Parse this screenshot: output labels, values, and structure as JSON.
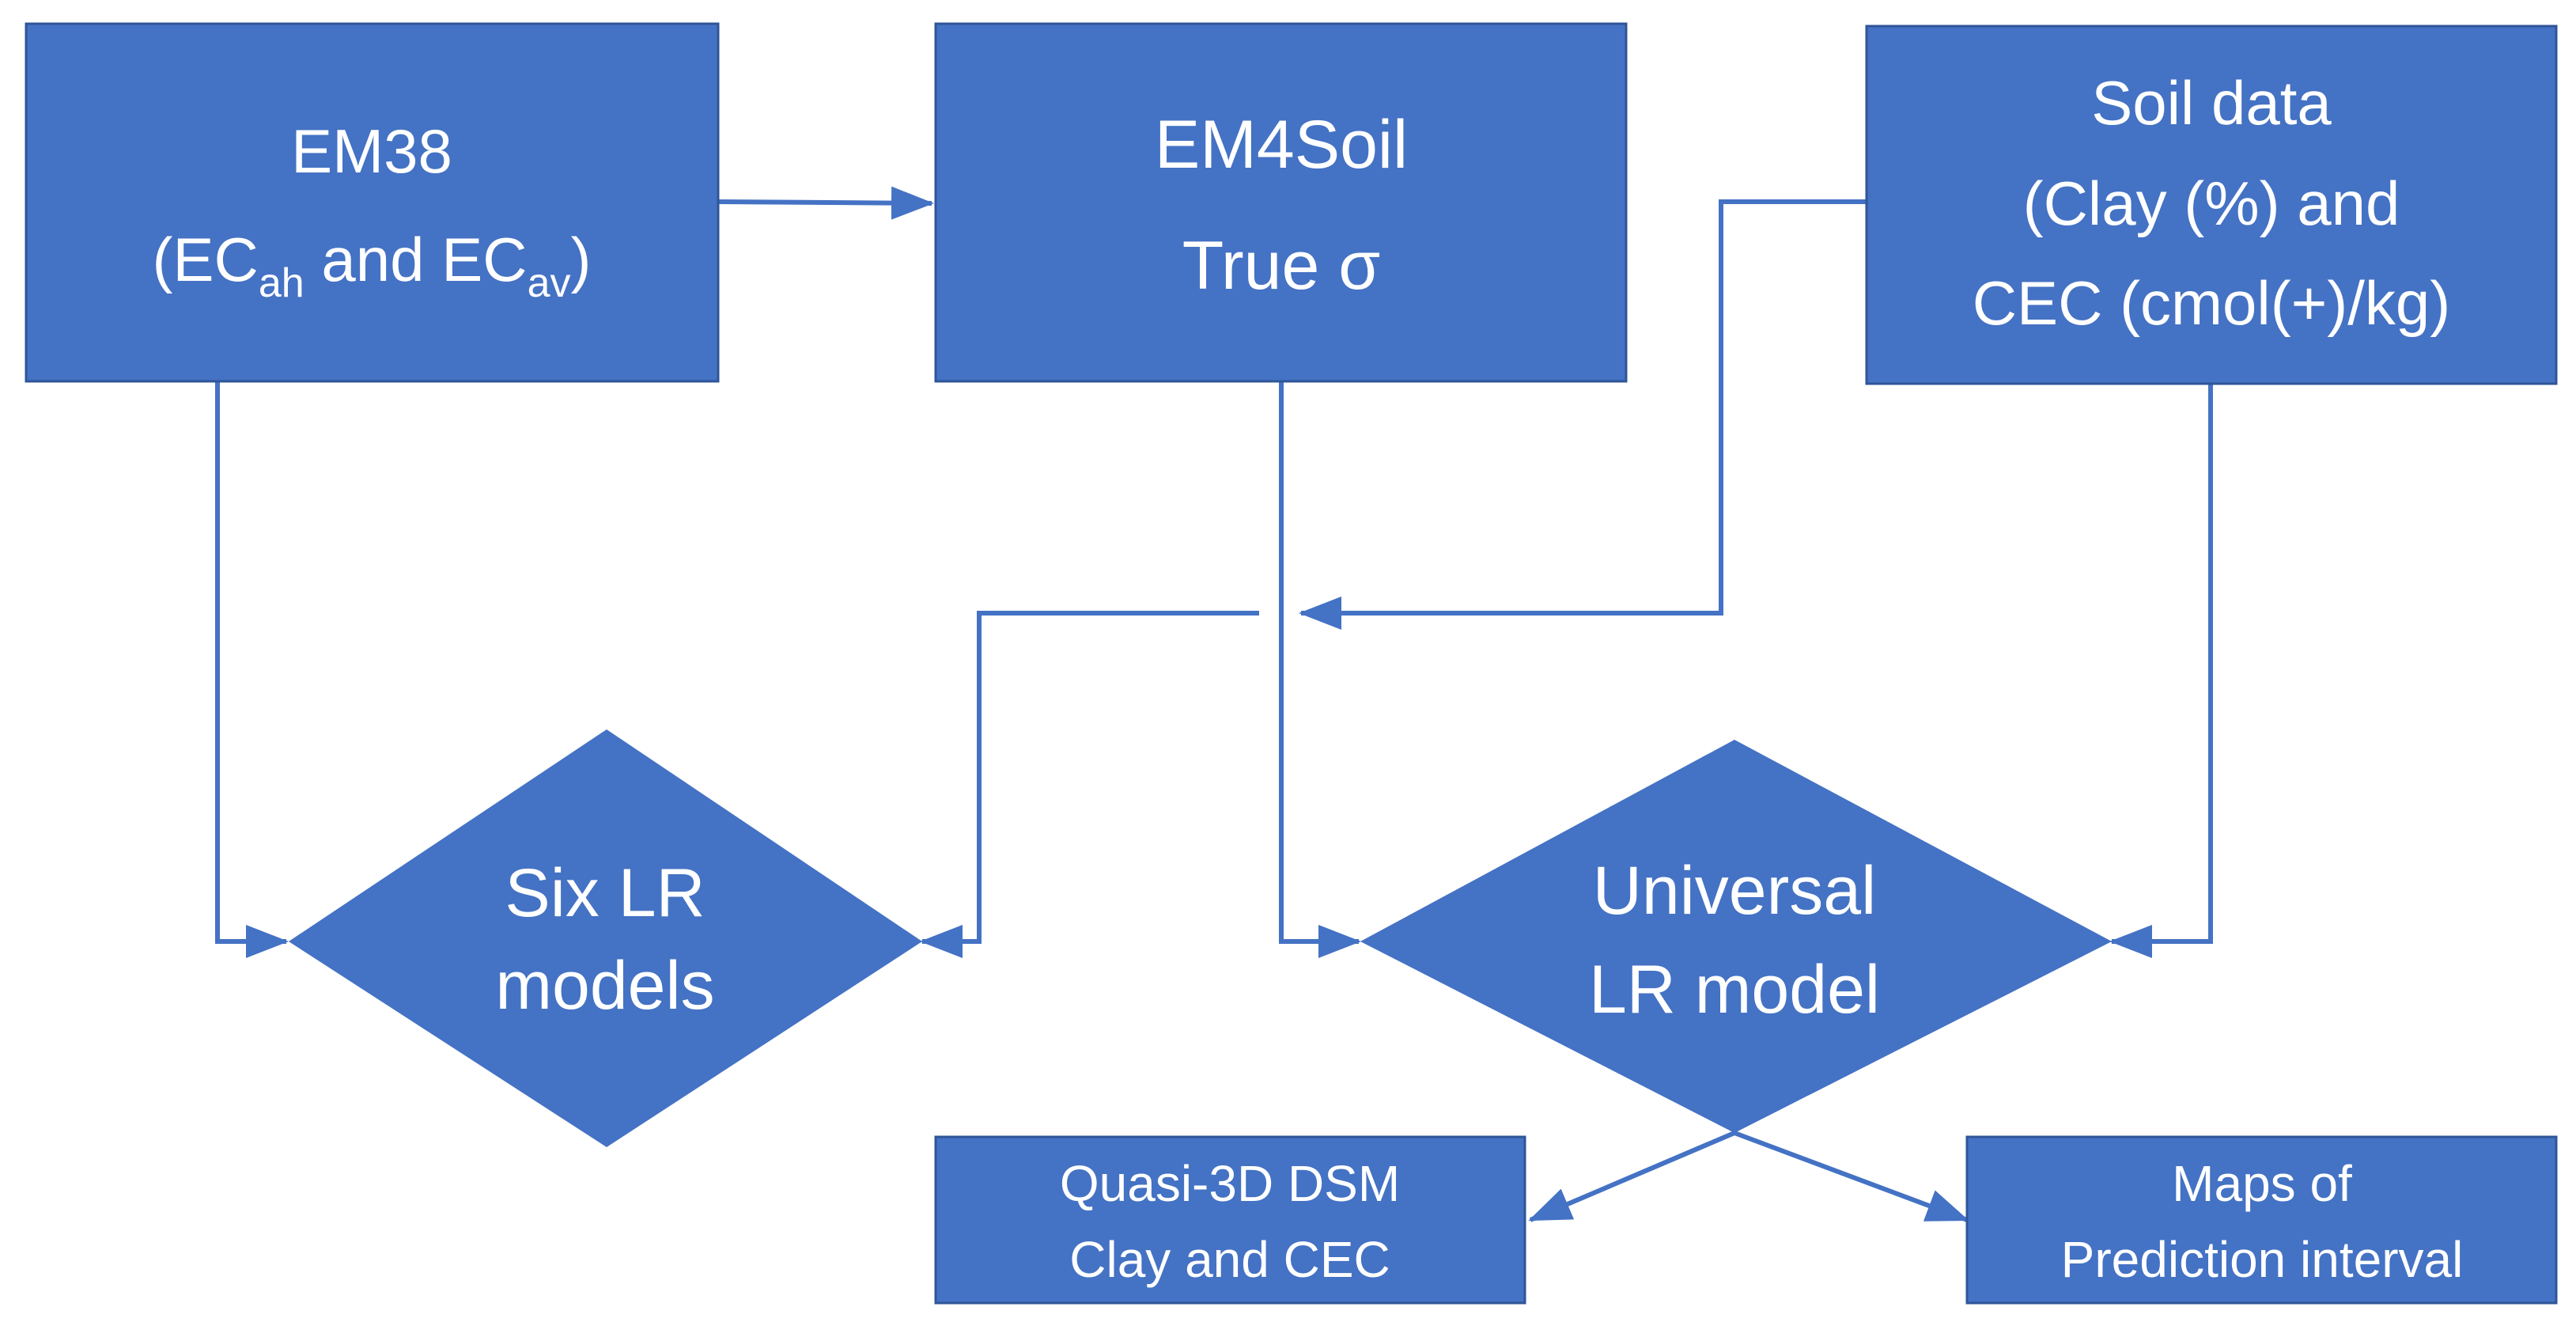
{
  "colors": {
    "box_fill": "#4472C4",
    "box_border": "#2F5597",
    "text": "#FFFFFF",
    "connector": "#4472C4"
  },
  "nodes": {
    "em38": {
      "title": "EM38",
      "paren_open": "(",
      "ec": "EC",
      "sub_ah": "ah",
      "and": " and ",
      "sub_av": "av",
      "paren_close": ")"
    },
    "em4soil": {
      "title": "EM4Soil",
      "line2": "True σ"
    },
    "soil": {
      "line1": "Soil data",
      "line2": "(Clay (%) and",
      "line3": "CEC (cmol(+)/kg)"
    },
    "six_lr": {
      "line1": "Six LR",
      "line2": "models"
    },
    "universal_lr": {
      "line1": "Universal",
      "line2": "LR model"
    },
    "quasi3d": {
      "line1": "Quasi-3D DSM",
      "line2": "Clay and CEC"
    },
    "maps": {
      "line1": "Maps of",
      "line2": "Prediction interval"
    }
  }
}
